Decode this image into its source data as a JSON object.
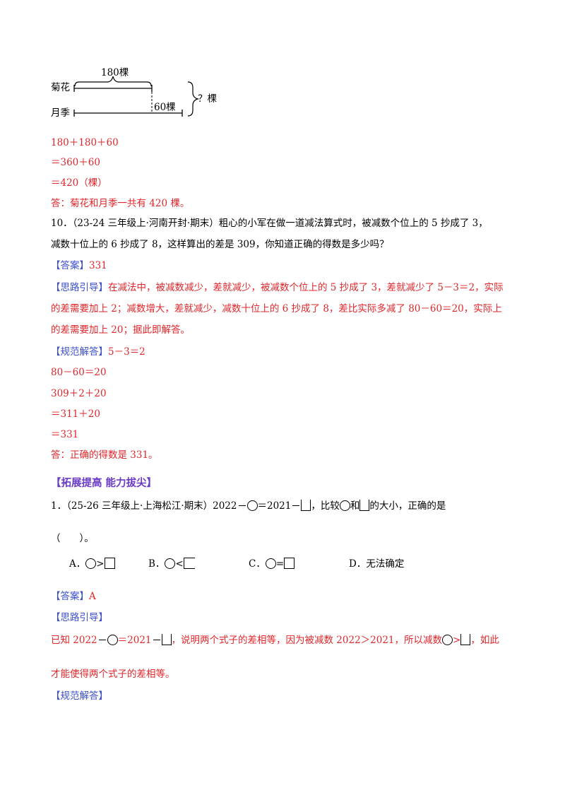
{
  "diagram": {
    "top_label": "180棵",
    "row1_label": "菊花",
    "row2_label": "月季",
    "diff_label": "60棵",
    "total_label": "？棵"
  },
  "calc1": {
    "l1": "180＋180＋60",
    "l2": "＝360＋60",
    "l3": "＝420（棵）",
    "answer": "答：菊花和月季一共有 420 棵。"
  },
  "q10": {
    "line1": "10．（23-24 三年级上·河南开封·期末）粗心的小军在做一道减法算式时，被减数个位上的 5 抄成了 3，",
    "line2": "减数十位上的 6 抄成了 8，这样算出的差是 309，你知道正确的得数是多少吗？",
    "answer_tag": "【答案】",
    "answer_value": "331",
    "hint_tag": "【思路引导】",
    "hint1": "在减法中，被减数减少，差就减少，被减数个位上的 5 抄成了 3，差就减少了 5－3＝2，实际",
    "hint2": "的差需要加上 2；减数增大，差就减少，减数十位上的 6 抄成了 8，差比实际多减了 80－60＝20，实际上",
    "hint3": "的差需要加上 20；据此即解答。",
    "sol_tag": "【规范解答】",
    "sol1": "5－3＝2",
    "sol2": "80－60＝20",
    "sol3": "309＋2＋20",
    "sol4": "＝311＋20",
    "sol5": "＝331",
    "sol_answer": "答：正确的得数是 331。"
  },
  "section": {
    "heading": "【拓展提高  能力拔尖】"
  },
  "q1": {
    "prefix": "1．（25-26 三年级上·上海松江·期末）2022",
    "eq": "＝2021",
    "compare": "，比较",
    "and": "和",
    "tail": "的大小，正确的是",
    "paren": "（　　）。",
    "optA": "A．",
    "optB": "B．",
    "optC": "C．",
    "optD": "D．无法确定",
    "gt": ">",
    "lt": "<",
    "equal": "=",
    "answer_tag": "【答案】",
    "answer_value": "A",
    "hint_tag": "【思路引导】",
    "hint_a": "已知 2022",
    "hint_b": "＝2021",
    "hint_c": "，说明两个式子的差相等，因为被减数 2022＞2021，所以减数",
    "hint_d": "，如此",
    "hint2": "才能使得两个式子的差相等。",
    "sol_tag": "【规范解答】"
  }
}
